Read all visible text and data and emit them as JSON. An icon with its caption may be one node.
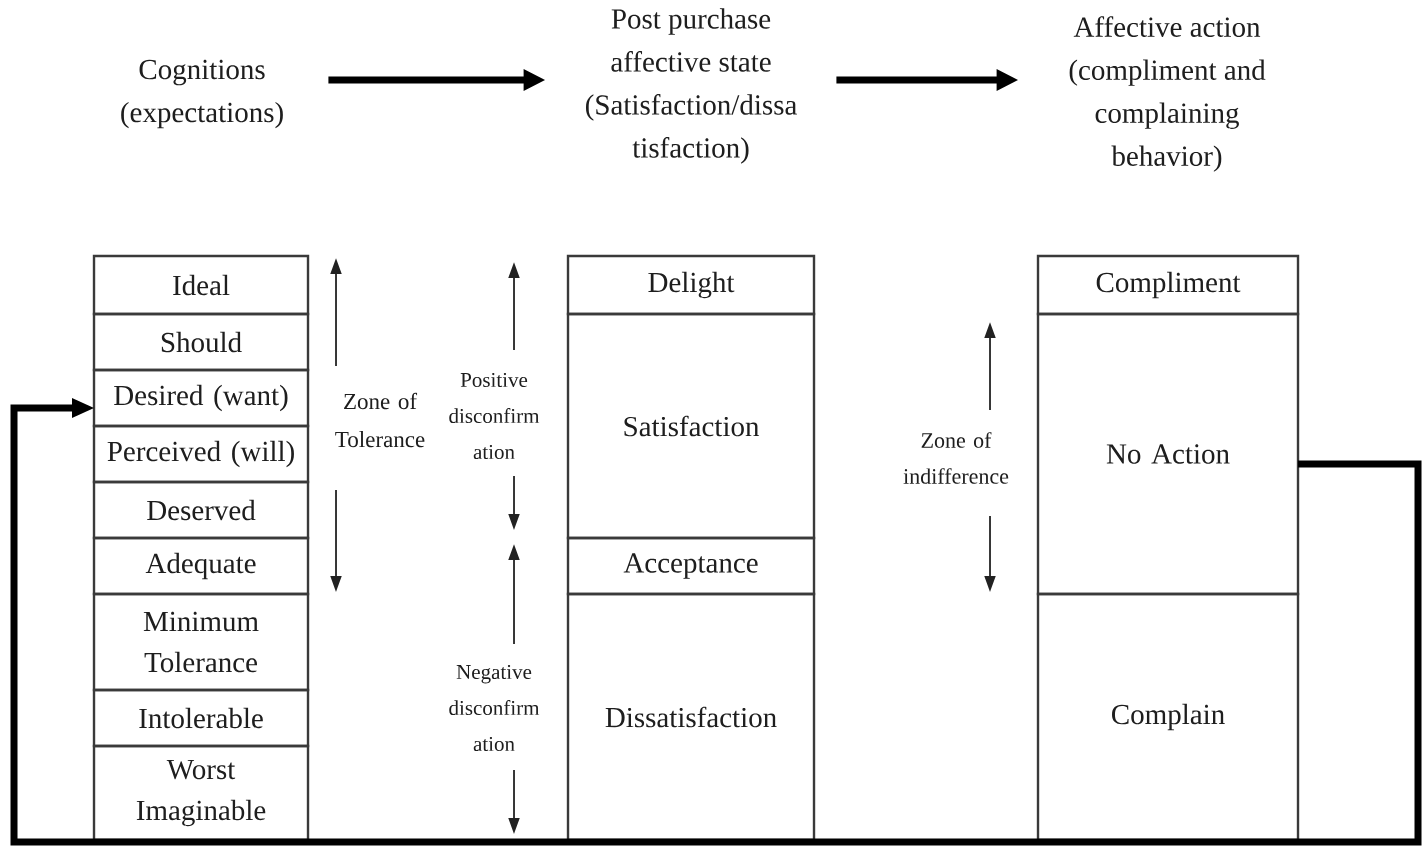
{
  "diagram": {
    "nodes": [
      {
        "text": [
          "Cognitions (expectations)"
        ]
      },
      {
        "text": [
          "Post purchase affective state (Satisfaction/dissa tisfaction)"
        ]
      },
      {
        "text": [
          "Affective action (compliment and complaining behavior)"
        ]
      },
      {
        "text": [
          "Ideal"
        ]
      },
      {
        "text": [
          "Should"
        ]
      },
      {
        "text": [
          "Desired (want)"
        ]
      },
      {
        "text": [
          "Perceived (will)"
        ]
      },
      {
        "text": [
          "Deserved"
        ]
      },
      {
        "text": [
          "Adequate"
        ]
      },
      {
        "text": [
          "Minimum Tolerance"
        ]
      },
      {
        "text": [
          "Intolerable"
        ]
      },
      {
        "text": [
          "Worst Imaginable"
        ]
      },
      {
        "text": [
          "Delight"
        ]
      },
      {
        "text": [
          "Satisfaction"
        ]
      },
      {
        "text": [
          "Acceptance"
        ]
      },
      {
        "text": [
          "Dissatisfaction"
        ]
      },
      {
        "text": [
          "Compliment"
        ]
      },
      {
        "text": [
          "No Action"
        ]
      },
      {
        "text": [
          "Complain"
        ]
      }
    ],
    "edges": [
      {
        "from": 0,
        "to": 1,
        "arrow": "to"
      },
      {
        "from": 1,
        "to": 2,
        "arrow": "to"
      },
      {
        "from": 17,
        "to": 5,
        "arrow": "to"
      }
    ],
    "labels": [
      "Zone of Tolerance",
      "Positive disconfirm ation",
      "Negative disconfirm ation",
      "Zone of indifference"
    ]
  }
}
